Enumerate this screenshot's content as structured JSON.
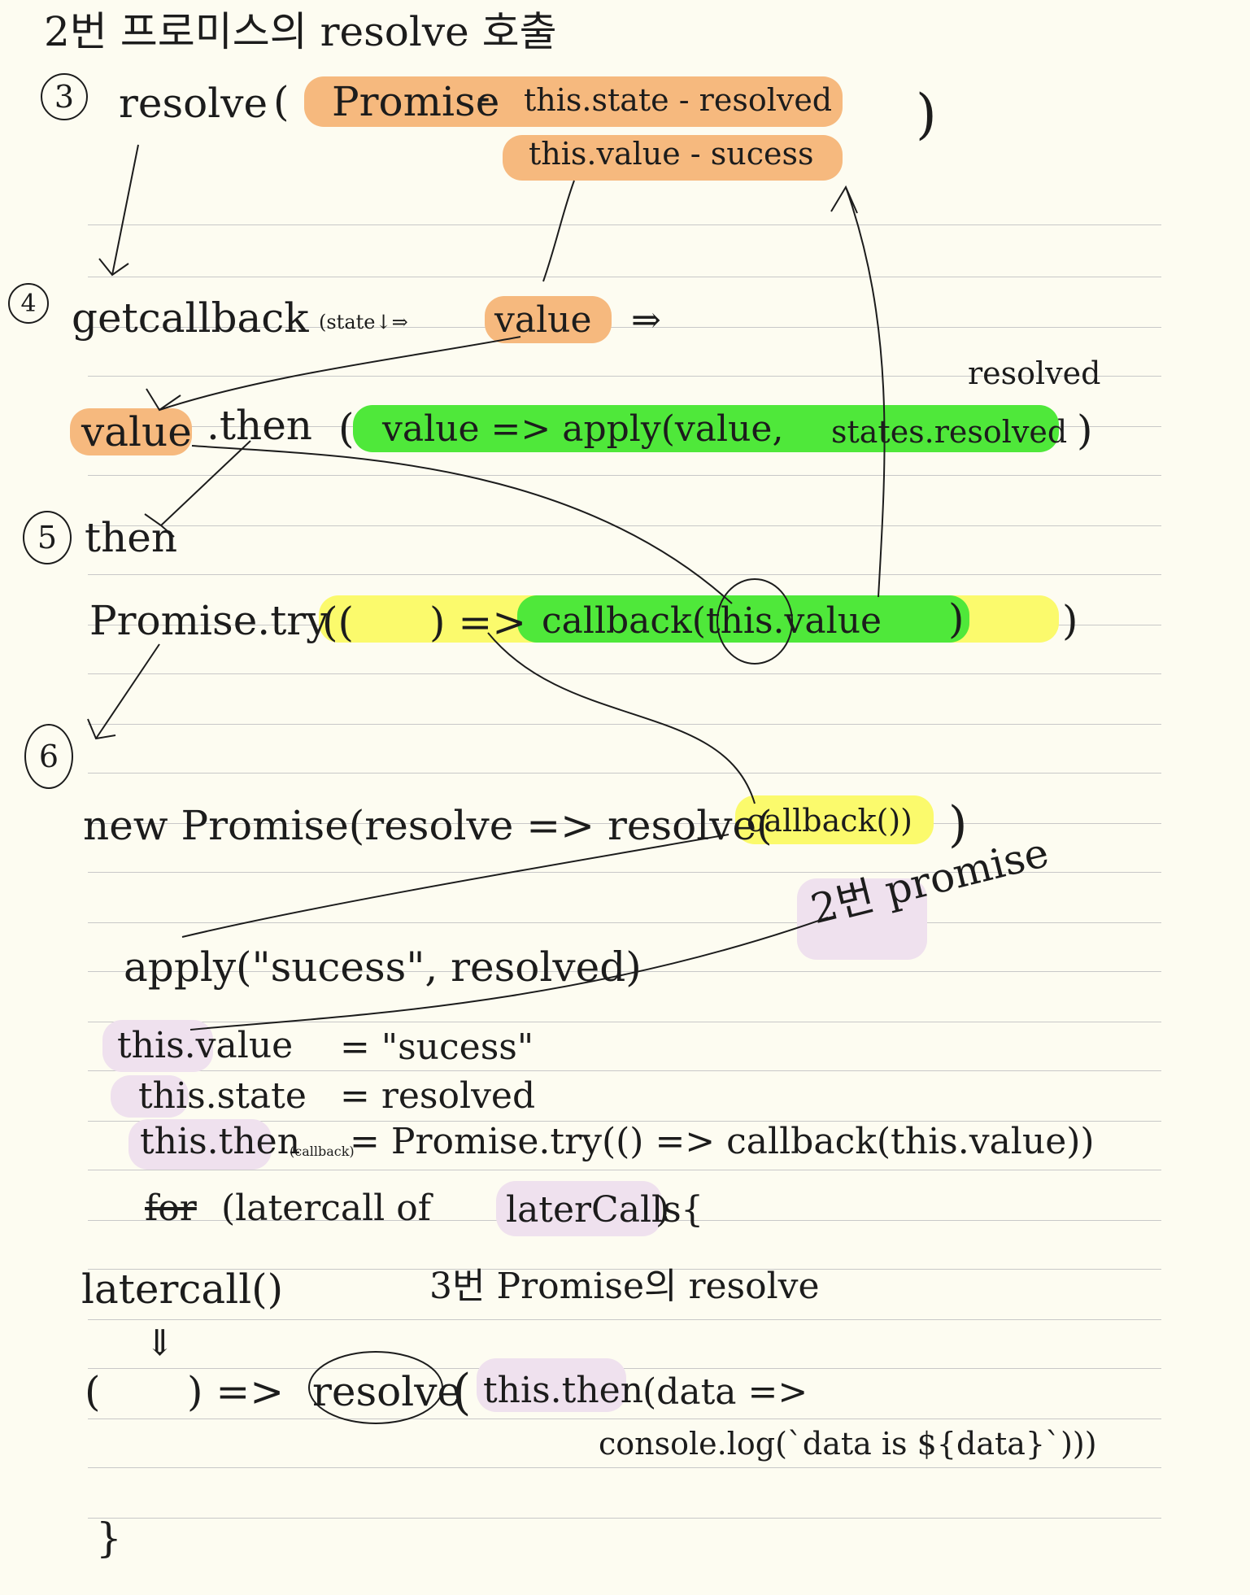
{
  "header": {
    "title": "2번 프로미스의 resolve 호출"
  },
  "steps": {
    "s3": {
      "num": "3",
      "fn": "resolve",
      "open": "(",
      "l1a": "Promise",
      "l1b": "-",
      "l1c": "this.state - resolved",
      "l2": "this.value - sucess",
      "close": ")"
    },
    "s4": {
      "num": "4",
      "fn": "getcallback",
      "arg": "(state↓⇒",
      "value": "value",
      "arrow": "⇒",
      "then_value": "value",
      "then": ".then",
      "then_open": "(",
      "lambda": "value => apply(value,",
      "states": "states.resolved",
      "resolved_note": "resolved",
      "close": ")"
    },
    "s5": {
      "num": "5",
      "then": "then",
      "try_fn": "Promise.try",
      "try_open": "((",
      "try_arrow": ") =>",
      "callback": "callback(this.value",
      "cb_close": ")",
      "close": ")"
    },
    "s6": {
      "num": "6",
      "new_promise": "new Promise(resolve => resolve(",
      "callback": "callback())",
      "close": ")"
    }
  },
  "notes": {
    "promise2": "2번 promise",
    "apply": "apply(\"sucess\", resolved)",
    "this_value": "this.value",
    "this_value_eq": "= \"sucess\"",
    "this_state": "this.state",
    "this_state_eq": "= resolved",
    "this_then": "this.then",
    "this_then_sub": "(callback)",
    "this_then_eq": "= Promise.try(() => callback(this.value))",
    "for_loop_kw": "for",
    "for_loop_rest": "(latercall of",
    "latercalls": "laterCalls",
    "for_close": ") {",
    "latercall": "latercall()",
    "promise3": "3번 Promise의 resolve",
    "down_arrow": "⇓",
    "arrow_fn_open": "(",
    "arrow_fn_close": ") =>",
    "resolve_word": "resolve",
    "resolve_open": "(",
    "this_then2": "this.then",
    "data_arrow": "(data =>",
    "console_log": "console.log(`data is ${data}`)))",
    "close_brace": "}"
  }
}
